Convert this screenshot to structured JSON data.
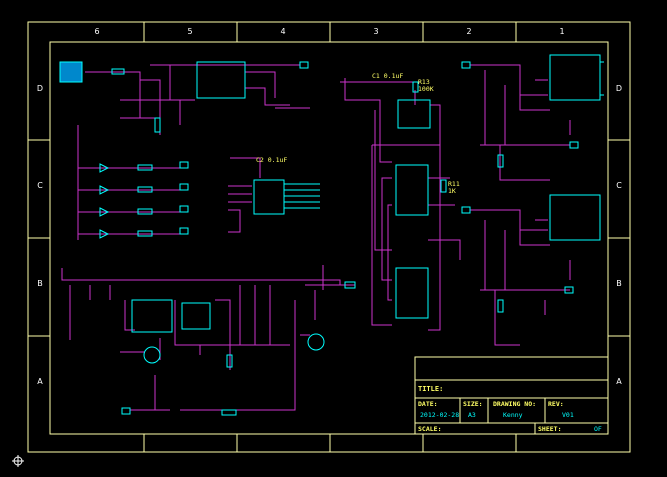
{
  "frame": {
    "columns": [
      "6",
      "5",
      "4",
      "3",
      "2",
      "1"
    ],
    "rows": [
      "D",
      "C",
      "B",
      "A"
    ]
  },
  "title_block": {
    "title_label": "TITLE:",
    "date_label": "DATE:",
    "date_value": "2012-02-28",
    "size_label": "SIZE:",
    "size_value": "A3",
    "drawing_no_label": "DRAWING NO:",
    "drawing_no_value": "Kenny",
    "rev_label": "REV:",
    "rev_value": "V01",
    "scale_label": "SCALE:",
    "sheet_label": "SHEET:",
    "sheet_value": "OF"
  },
  "labels": {
    "cap_c1": "C1 0.1uF",
    "cap_c2": "C2 0.1uF",
    "res_r13": "R13 100K",
    "res_r11": "R11 1K"
  },
  "colors": {
    "wire": "#cc33cc",
    "component": "#00ffff",
    "frame": "#ffffaa",
    "text": "#ffff66",
    "background": "#000000"
  }
}
